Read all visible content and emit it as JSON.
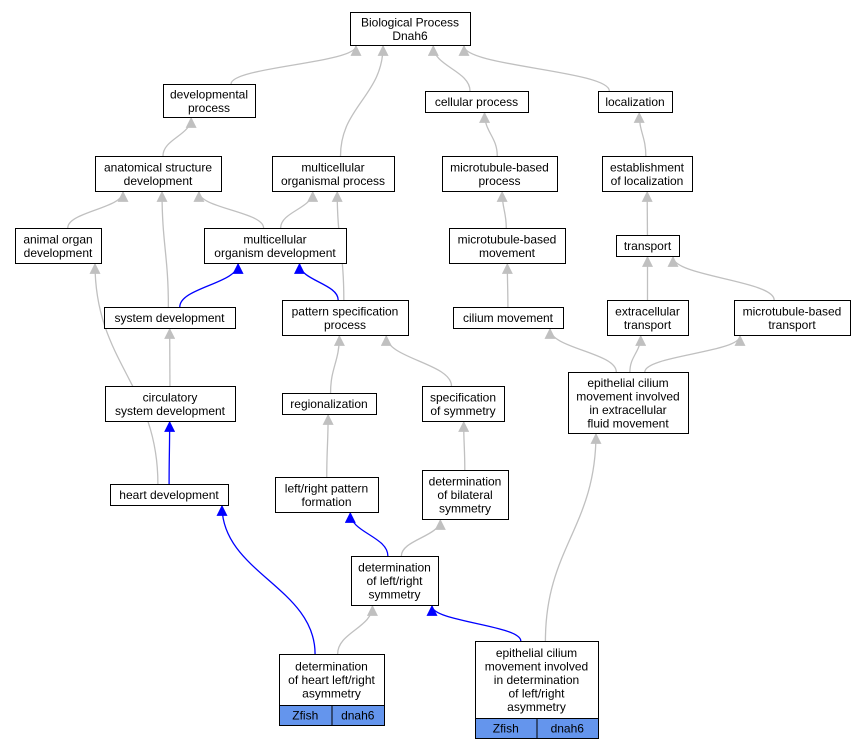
{
  "colors": {
    "edge_default": "#c0c0c0",
    "edge_highlight": "#0000ff",
    "tag_fill": "#6495ed",
    "node_border": "#000000"
  },
  "nodes": [
    {
      "id": "bp",
      "lines": [
        "Biological Process",
        "Dnah6"
      ]
    },
    {
      "id": "devproc",
      "lines": [
        "developmental",
        "process"
      ]
    },
    {
      "id": "cellproc",
      "lines": [
        "cellular process"
      ]
    },
    {
      "id": "localization",
      "lines": [
        "localization"
      ]
    },
    {
      "id": "anatdev",
      "lines": [
        "anatomical structure",
        "development"
      ]
    },
    {
      "id": "mcorgproc",
      "lines": [
        "multicellular",
        "organismal process"
      ]
    },
    {
      "id": "mtbproc",
      "lines": [
        "microtubule-based",
        "process"
      ]
    },
    {
      "id": "estloc",
      "lines": [
        "establishment",
        "of localization"
      ]
    },
    {
      "id": "animorgan",
      "lines": [
        "animal organ",
        "development"
      ]
    },
    {
      "id": "mcorgdev",
      "lines": [
        "multicellular",
        "organism development"
      ]
    },
    {
      "id": "mtbmove",
      "lines": [
        "microtubule-based",
        "movement"
      ]
    },
    {
      "id": "transport",
      "lines": [
        "transport"
      ]
    },
    {
      "id": "sysdev",
      "lines": [
        "system development"
      ]
    },
    {
      "id": "patspec",
      "lines": [
        "pattern specification",
        "process"
      ]
    },
    {
      "id": "cilmove",
      "lines": [
        "cilium movement"
      ]
    },
    {
      "id": "extracell",
      "lines": [
        "extracellular",
        "transport"
      ]
    },
    {
      "id": "mtbtrans",
      "lines": [
        "microtubule-based",
        "transport"
      ]
    },
    {
      "id": "circsys",
      "lines": [
        "circulatory",
        "system development"
      ]
    },
    {
      "id": "regional",
      "lines": [
        "regionalization"
      ]
    },
    {
      "id": "specsym",
      "lines": [
        "specification",
        "of symmetry"
      ]
    },
    {
      "id": "epicilfluid",
      "lines": [
        "epithelial cilium",
        "movement involved",
        "in extracellular",
        "fluid movement"
      ]
    },
    {
      "id": "heartdev",
      "lines": [
        "heart development"
      ]
    },
    {
      "id": "lrpattern",
      "lines": [
        "left/right pattern",
        "formation"
      ]
    },
    {
      "id": "detbilat",
      "lines": [
        "determination",
        "of bilateral",
        "symmetry"
      ]
    },
    {
      "id": "detlr",
      "lines": [
        "determination",
        "of left/right",
        "symmetry"
      ]
    },
    {
      "id": "detheartlr",
      "lines": [
        "determination",
        "of heart left/right",
        "asymmetry"
      ],
      "tags": [
        "Zfish",
        "dnah6"
      ]
    },
    {
      "id": "epicildet",
      "lines": [
        "epithelial cilium",
        "movement involved",
        "in determination",
        "of left/right",
        "asymmetry"
      ],
      "tags": [
        "Zfish",
        "dnah6"
      ]
    }
  ],
  "edges": [
    {
      "from": "devproc",
      "to": "bp",
      "highlight": false
    },
    {
      "from": "mcorgproc",
      "to": "bp",
      "highlight": false
    },
    {
      "from": "cellproc",
      "to": "bp",
      "highlight": false
    },
    {
      "from": "localization",
      "to": "bp",
      "highlight": false
    },
    {
      "from": "anatdev",
      "to": "devproc",
      "highlight": false
    },
    {
      "from": "mtbproc",
      "to": "cellproc",
      "highlight": false
    },
    {
      "from": "estloc",
      "to": "localization",
      "highlight": false
    },
    {
      "from": "animorgan",
      "to": "anatdev",
      "highlight": false
    },
    {
      "from": "mcorgdev",
      "to": "anatdev",
      "highlight": false
    },
    {
      "from": "sysdev",
      "to": "anatdev",
      "highlight": false
    },
    {
      "from": "mcorgdev",
      "to": "mcorgproc",
      "highlight": false
    },
    {
      "from": "patspec",
      "to": "mcorgproc",
      "highlight": false
    },
    {
      "from": "mtbmove",
      "to": "mtbproc",
      "highlight": false
    },
    {
      "from": "transport",
      "to": "estloc",
      "highlight": false
    },
    {
      "from": "sysdev",
      "to": "mcorgdev",
      "highlight": true
    },
    {
      "from": "patspec",
      "to": "mcorgdev",
      "highlight": true
    },
    {
      "from": "cilmove",
      "to": "mtbmove",
      "highlight": false
    },
    {
      "from": "extracell",
      "to": "transport",
      "highlight": false
    },
    {
      "from": "mtbtrans",
      "to": "transport",
      "highlight": false
    },
    {
      "from": "circsys",
      "to": "sysdev",
      "highlight": false
    },
    {
      "from": "regional",
      "to": "patspec",
      "highlight": false
    },
    {
      "from": "specsym",
      "to": "patspec",
      "highlight": false
    },
    {
      "from": "epicilfluid",
      "to": "cilmove",
      "highlight": false
    },
    {
      "from": "epicilfluid",
      "to": "extracell",
      "highlight": false
    },
    {
      "from": "epicilfluid",
      "to": "mtbtrans",
      "highlight": false
    },
    {
      "from": "heartdev",
      "to": "circsys",
      "highlight": true
    },
    {
      "from": "heartdev",
      "to": "animorgan",
      "highlight": false
    },
    {
      "from": "lrpattern",
      "to": "regional",
      "highlight": false
    },
    {
      "from": "detbilat",
      "to": "specsym",
      "highlight": false
    },
    {
      "from": "detlr",
      "to": "lrpattern",
      "highlight": true
    },
    {
      "from": "detlr",
      "to": "detbilat",
      "highlight": false
    },
    {
      "from": "detheartlr",
      "to": "heartdev",
      "highlight": true
    },
    {
      "from": "detheartlr",
      "to": "detlr",
      "highlight": false
    },
    {
      "from": "epicildet",
      "to": "detlr",
      "highlight": true
    },
    {
      "from": "epicildet",
      "to": "epicilfluid",
      "highlight": false
    }
  ]
}
